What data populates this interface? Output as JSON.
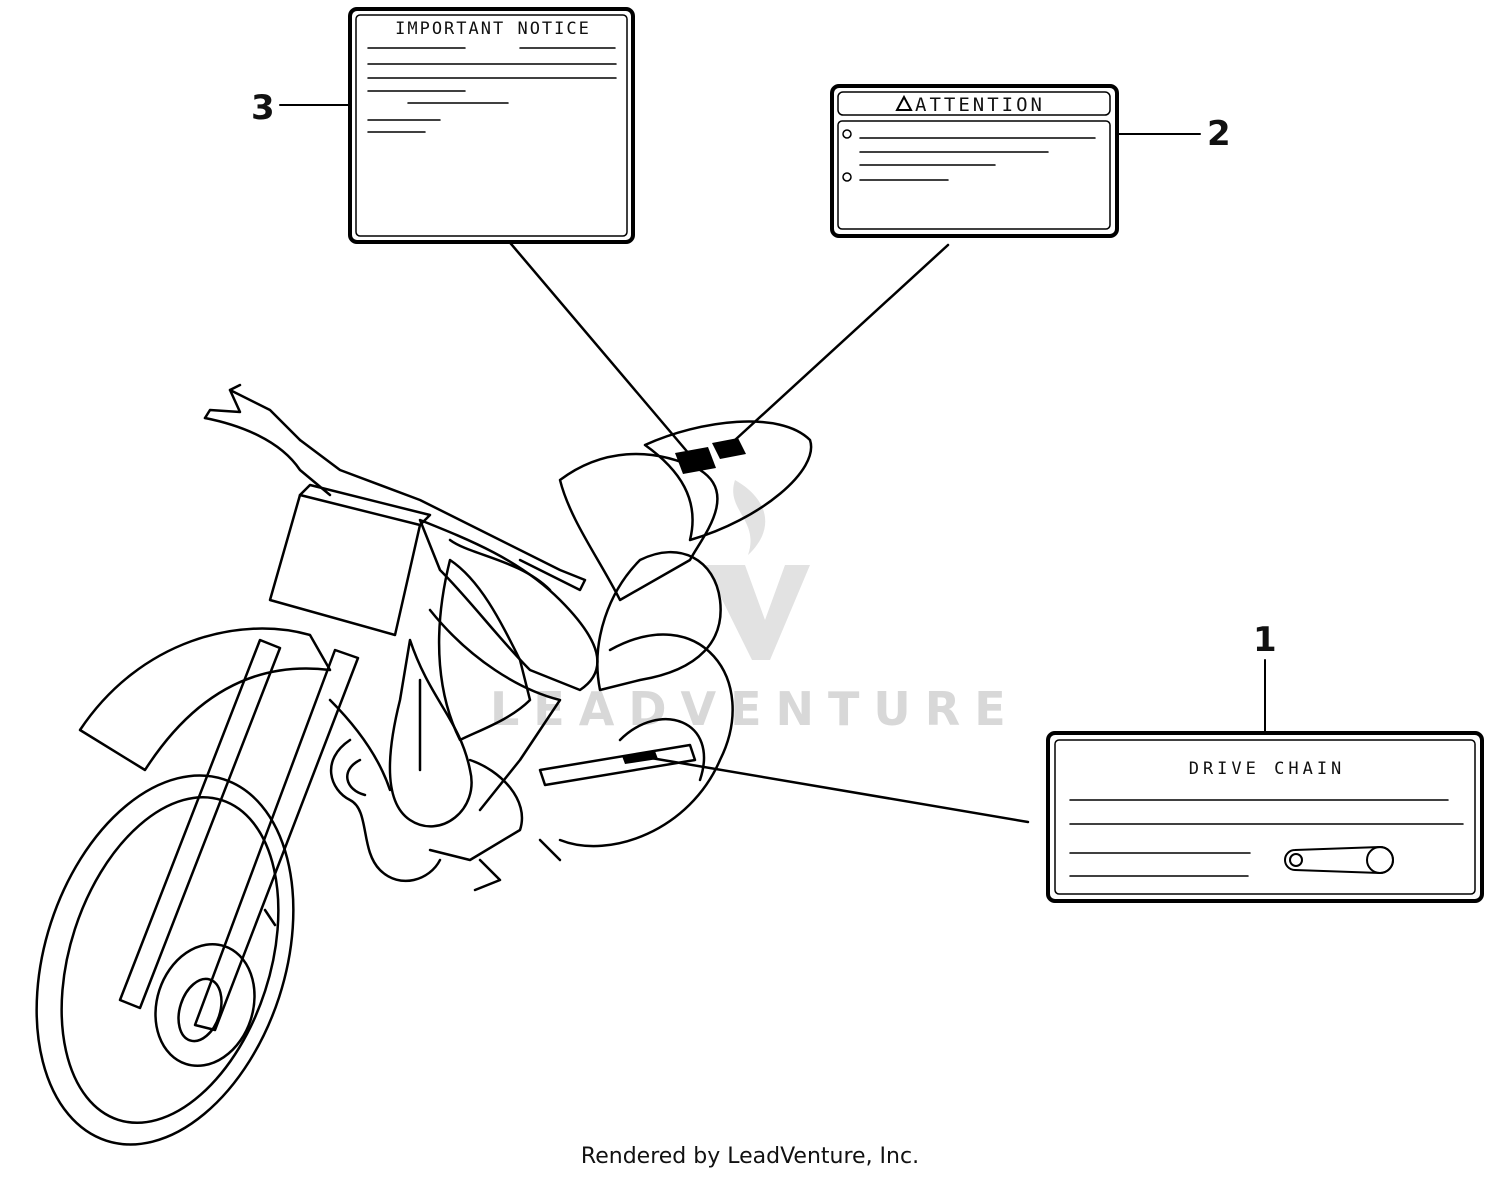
{
  "callouts": [
    {
      "number": "1",
      "label_title": "DRIVE CHAIN"
    },
    {
      "number": "2",
      "label_title": "ATTENTION",
      "label_icon": "warning-triangle-icon"
    },
    {
      "number": "3",
      "label_title": "IMPORTANT NOTICE"
    }
  ],
  "watermark": {
    "text": "LEADVENTURE",
    "logo_icon": "leadventure-logo-icon"
  },
  "footer": {
    "text": "Rendered by LeadVenture, Inc."
  }
}
